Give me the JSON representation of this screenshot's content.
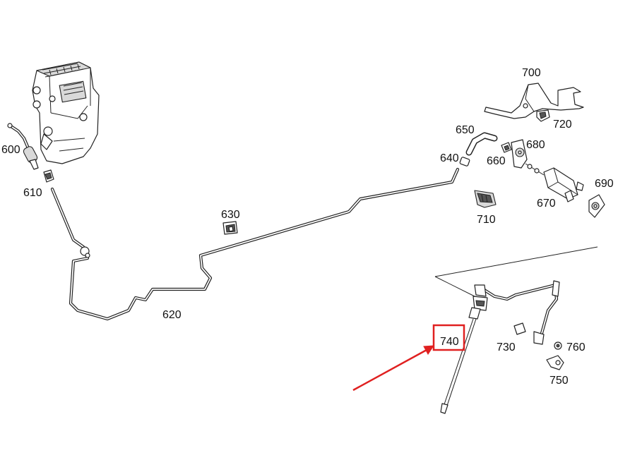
{
  "labels": {
    "p600": "600",
    "p610": "610",
    "p620": "620",
    "p630": "630",
    "p640": "640",
    "p650": "650",
    "p660": "660",
    "p670": "670",
    "p680": "680",
    "p690": "690",
    "p700": "700",
    "p710": "710",
    "p720": "720",
    "p730": "730",
    "p740": "740",
    "p750": "750",
    "p760": "760"
  },
  "highlight": {
    "part": "740",
    "color": "#e02020"
  },
  "colors": {
    "line": "#222222",
    "fill": "#ffffff",
    "shade": "#d9d9d9"
  }
}
